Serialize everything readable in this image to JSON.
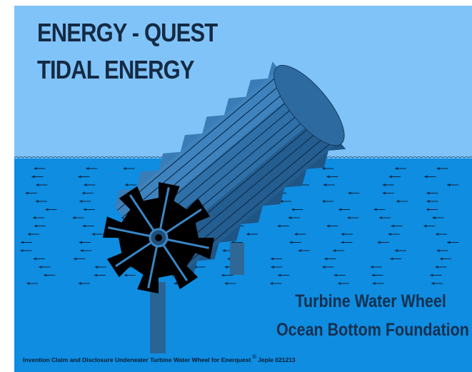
{
  "title": {
    "line1": "ENERGY - QUEST",
    "line2": "TIDAL ENERGY"
  },
  "caption": {
    "line1": "Turbine Water Wheel",
    "line2": "Ocean Bottom Foundation"
  },
  "footer": {
    "text": "Invention Claim and Disclosure Underwater Turbine Water Wheel for Enerquest",
    "symbol": "©",
    "credit": "Jeple 021213"
  },
  "colors": {
    "sky": "#80c3f8",
    "water": "#0e8de1",
    "turbine": "#2f6fa6",
    "hub": "#000000",
    "text": "#152a44"
  },
  "illustration": "tidal-turbine-water-wheel"
}
